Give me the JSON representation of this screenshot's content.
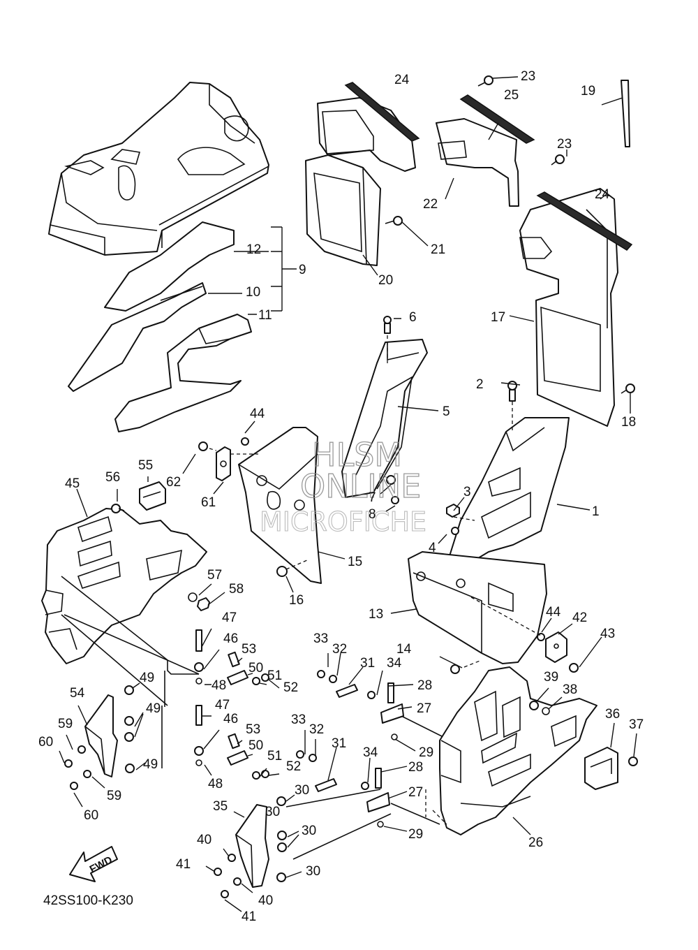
{
  "diagram": {
    "drawing_code": "42SS100-K230",
    "fwd_label": "FWD",
    "watermark": [
      "HLSM",
      "ONLINE",
      "MICROFICHE"
    ],
    "callouts": [
      "1",
      "2",
      "3",
      "4",
      "5",
      "6",
      "7",
      "8",
      "9",
      "10",
      "11",
      "12",
      "13",
      "14",
      "15",
      "16",
      "17",
      "18",
      "19",
      "20",
      "21",
      "22",
      "23",
      "23",
      "24",
      "24",
      "25",
      "26",
      "27",
      "27",
      "28",
      "28",
      "29",
      "29",
      "30",
      "30",
      "30",
      "30",
      "31",
      "31",
      "32",
      "32",
      "33",
      "33",
      "34",
      "34",
      "35",
      "36",
      "37",
      "38",
      "39",
      "40",
      "40",
      "41",
      "41",
      "42",
      "43",
      "44",
      "44",
      "45",
      "46",
      "46",
      "47",
      "47",
      "48",
      "48",
      "49",
      "49",
      "49",
      "50",
      "50",
      "51",
      "51",
      "52",
      "52",
      "53",
      "53",
      "54",
      "55",
      "56",
      "57",
      "58",
      "59",
      "59",
      "60",
      "60",
      "61",
      "62"
    ]
  }
}
